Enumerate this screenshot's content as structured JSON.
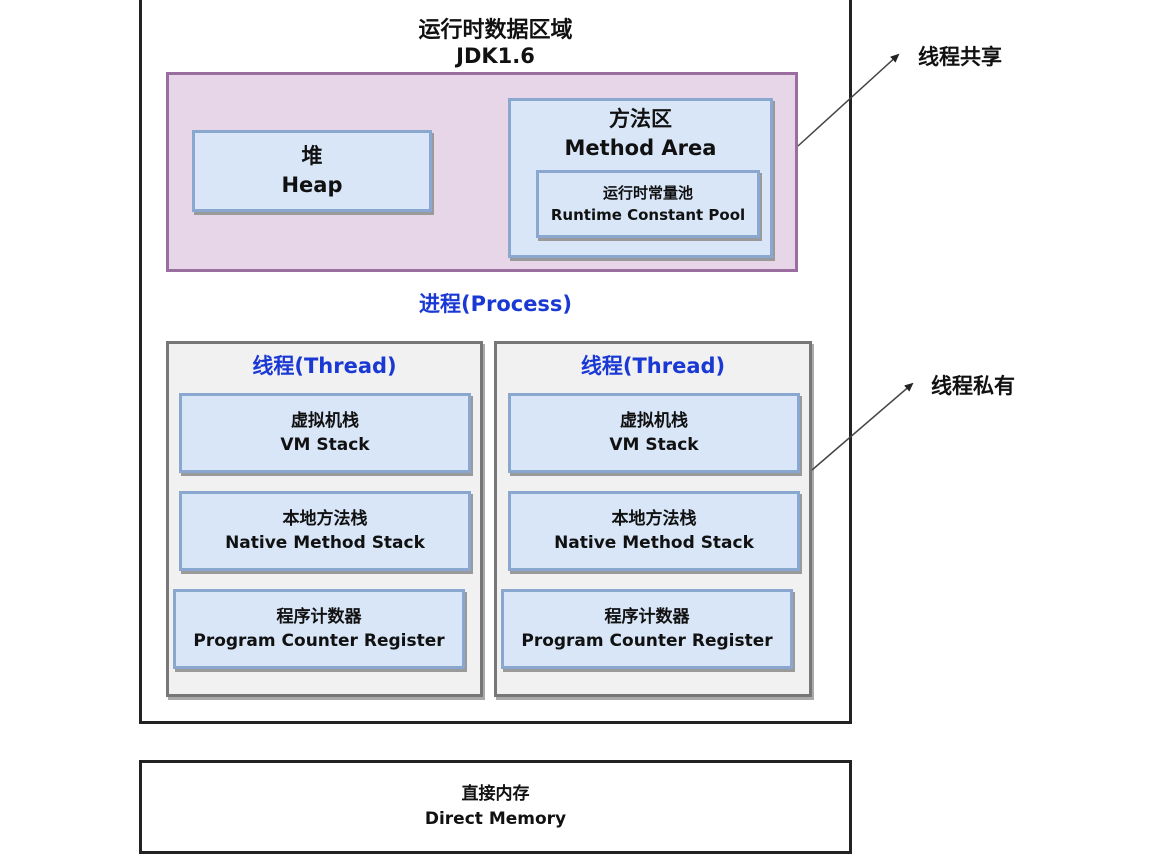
{
  "runtime_data_area": {
    "title": "运行时数据区域",
    "version": "JDK1.6"
  },
  "heap": {
    "zh": "堆",
    "en": "Heap"
  },
  "method_area": {
    "zh": "方法区",
    "en": "Method Area",
    "runtime_constant_pool": {
      "zh": "运行时常量池",
      "en": "Runtime Constant Pool"
    }
  },
  "process_label": "进程(Process)",
  "threads": [
    {
      "title": "线程(Thread)",
      "vm_stack": {
        "zh": "虚拟机栈",
        "en": "VM Stack"
      },
      "native_method_stack": {
        "zh": "本地方法栈",
        "en": "Native Method Stack"
      },
      "program_counter": {
        "zh": "程序计数器",
        "en": "Program Counter Register"
      }
    },
    {
      "title": "线程(Thread)",
      "vm_stack": {
        "zh": "虚拟机栈",
        "en": "VM Stack"
      },
      "native_method_stack": {
        "zh": "本地方法栈",
        "en": "Native Method Stack"
      },
      "program_counter": {
        "zh": "程序计数器",
        "en": "Program Counter Register"
      }
    }
  ],
  "direct_memory": {
    "zh": "直接内存",
    "en": "Direct Memory"
  },
  "annotations": {
    "shared": "线程共享",
    "private": "线程私有"
  },
  "colors": {
    "shared_region_fill": "#e6d6e8",
    "shared_region_border": "#9a6fa0",
    "box_fill": "#d8e6f8",
    "box_border": "#8aa7d0",
    "thread_panel_fill": "#f1f1f1",
    "accent_text": "#1a39d4"
  }
}
